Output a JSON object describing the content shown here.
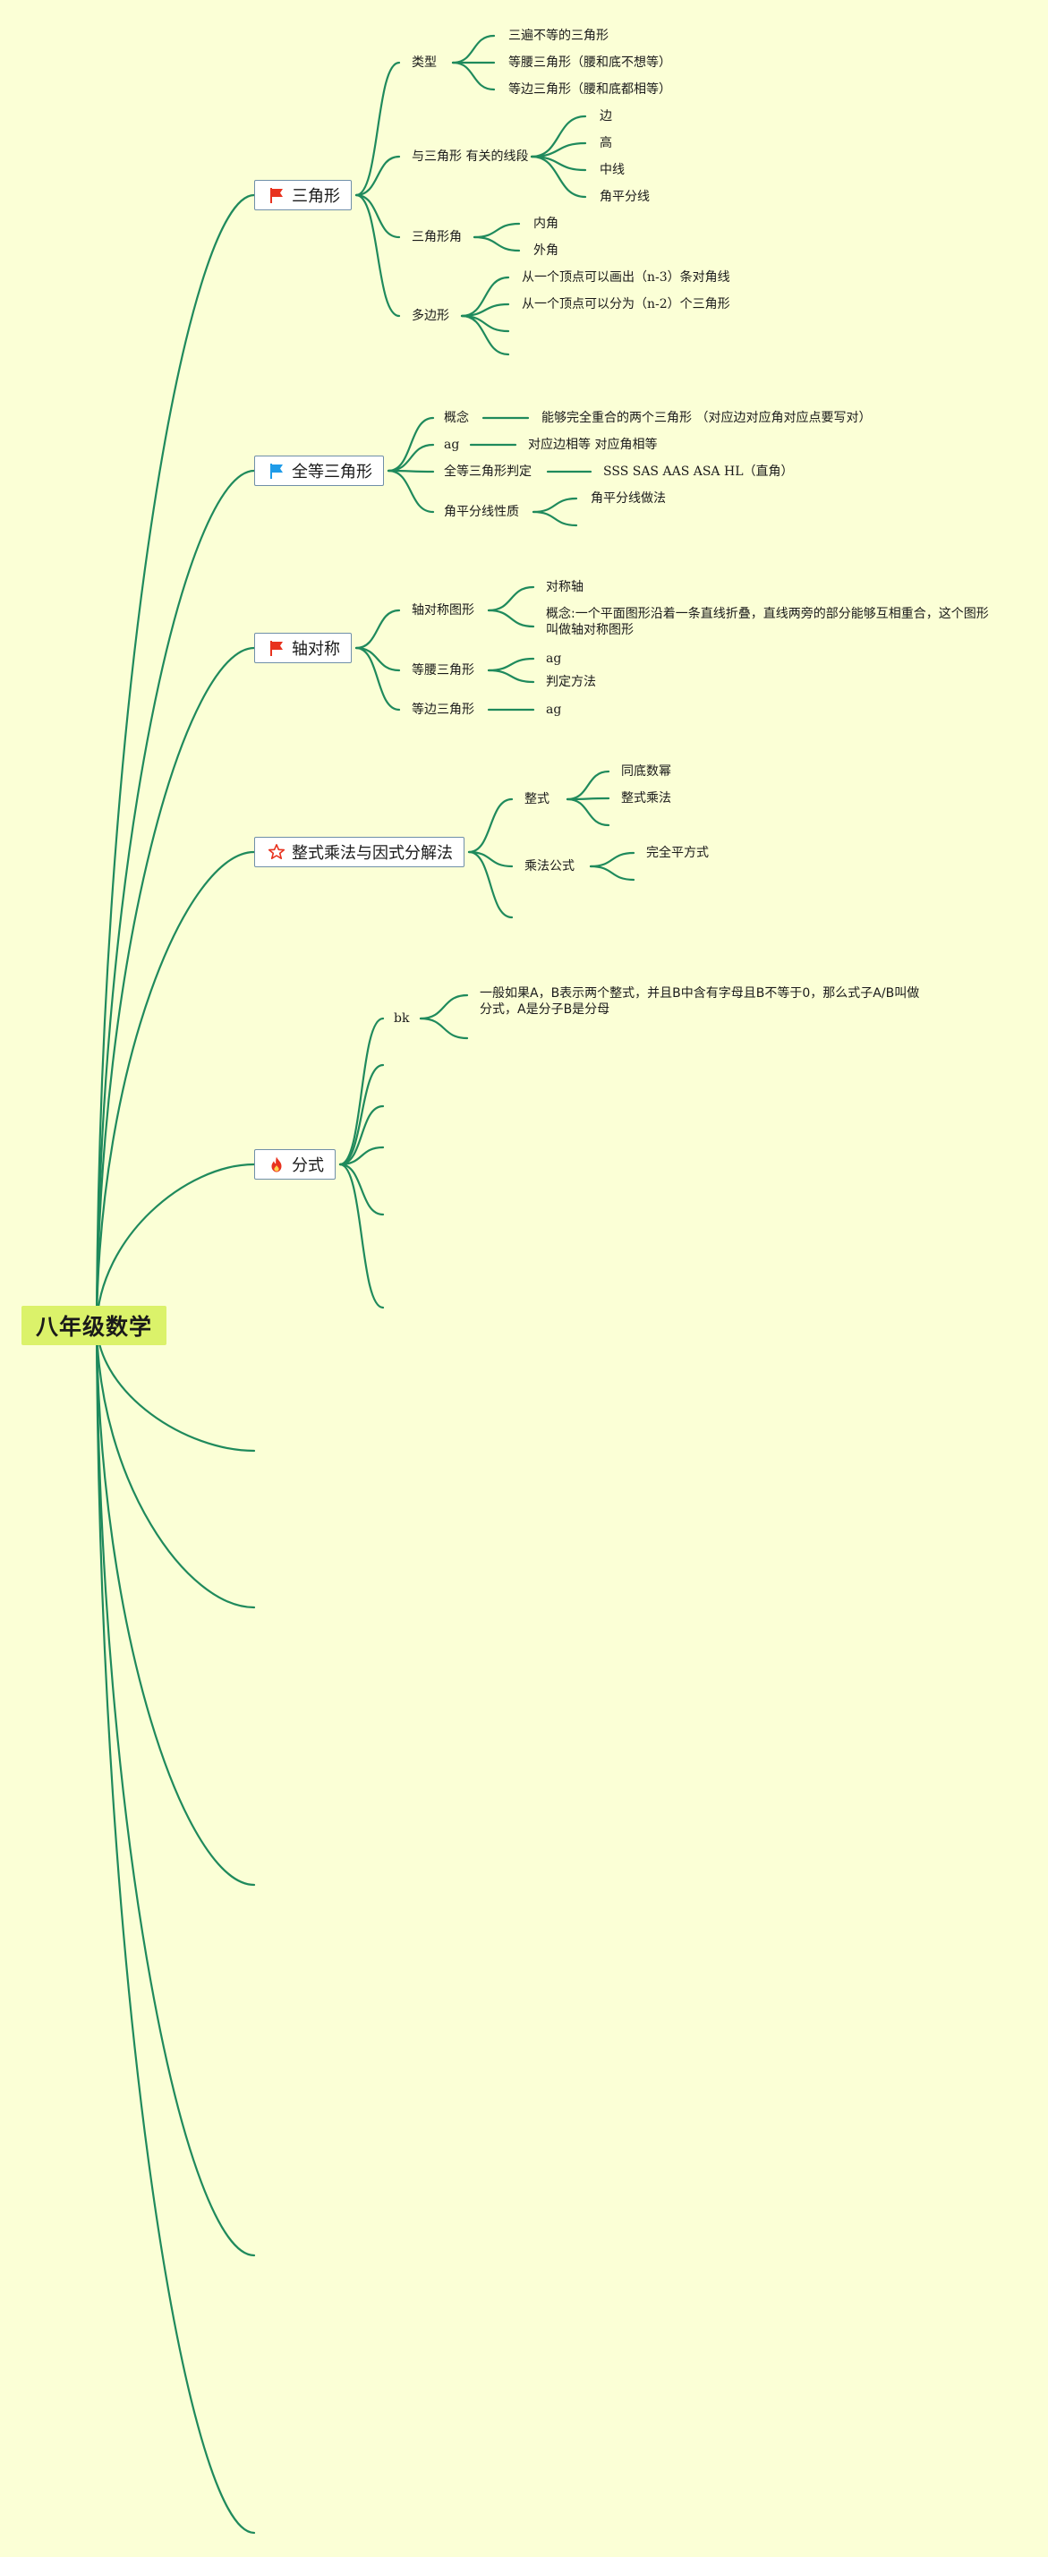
{
  "root": {
    "label": "八年级数学"
  },
  "topics": [
    {
      "label": "三角形",
      "icon": "red-flag-icon",
      "children": [
        {
          "label": "类型",
          "children": [
            "三遍不等的三角形",
            "等腰三角形（腰和底不想等）",
            "等边三角形（腰和底都相等）"
          ]
        },
        {
          "label": "与三角形 有关的线段",
          "children": [
            "边",
            "高",
            "中线",
            "角平分线"
          ]
        },
        {
          "label": "三角形角",
          "children": [
            "内角",
            "外角"
          ]
        },
        {
          "label": "多边形",
          "children": [
            "从一个顶点可以画出（n-3）条对角线",
            "从一个顶点可以分为（n-2）个三角形",
            "",
            ""
          ]
        }
      ]
    },
    {
      "label": "全等三角形",
      "icon": "blue-flag-icon",
      "children": [
        {
          "label": "概念",
          "children": [
            "能够完全重合的两个三角形 （对应边对应角对应点要写对）"
          ]
        },
        {
          "label": "ag",
          "children": [
            "对应边相等 对应角相等"
          ]
        },
        {
          "label": "全等三角形判定",
          "children": [
            "SSS SAS AAS ASA HL（直角）"
          ]
        },
        {
          "label": "角平分线性质",
          "children": [
            "角平分线做法",
            ""
          ]
        }
      ]
    },
    {
      "label": "轴对称",
      "icon": "red-flag-icon",
      "children": [
        {
          "label": "轴对称图形",
          "children": [
            "对称轴",
            "概念:一个平面图形沿着一条直线折叠，直线两旁的部分能够互相重合，这个图形叫做轴对称图形"
          ]
        },
        {
          "label": "等腰三角形",
          "children": [
            "ag",
            "判定方法"
          ]
        },
        {
          "label": "等边三角形",
          "children": [
            "ag"
          ]
        }
      ]
    },
    {
      "label": "整式乘法与因式分解法",
      "icon": "star-outline-icon",
      "children": [
        {
          "label": "整式",
          "children": [
            "同底数幂",
            "整式乘法",
            ""
          ]
        },
        {
          "label": "乘法公式",
          "children": [
            "完全平方式",
            ""
          ]
        },
        {
          "label": "",
          "children": []
        }
      ]
    },
    {
      "label": "分式",
      "icon": "fire-icon",
      "children": [
        {
          "label": "bk",
          "children": [
            "一般如果A，B表示两个整式，并且B中含有字母且B不等于0，那么式子A/B叫做分式，A是分子B是分母",
            ""
          ]
        },
        {
          "label": "",
          "children": []
        },
        {
          "label": "",
          "children": []
        },
        {
          "label": "",
          "children": []
        },
        {
          "label": "",
          "children": []
        },
        {
          "label": "",
          "children": []
        }
      ]
    },
    {
      "label": "",
      "icon": ""
    },
    {
      "label": "",
      "icon": ""
    },
    {
      "label": "",
      "icon": ""
    },
    {
      "label": "",
      "icon": ""
    },
    {
      "label": "",
      "icon": ""
    }
  ],
  "colors": {
    "background": "#fbffd6",
    "line": "#1f8a5c",
    "root": "#dbf26a",
    "red_flag": "#e8321e",
    "blue_flag": "#1e9be8",
    "fire": "#e8321e"
  }
}
